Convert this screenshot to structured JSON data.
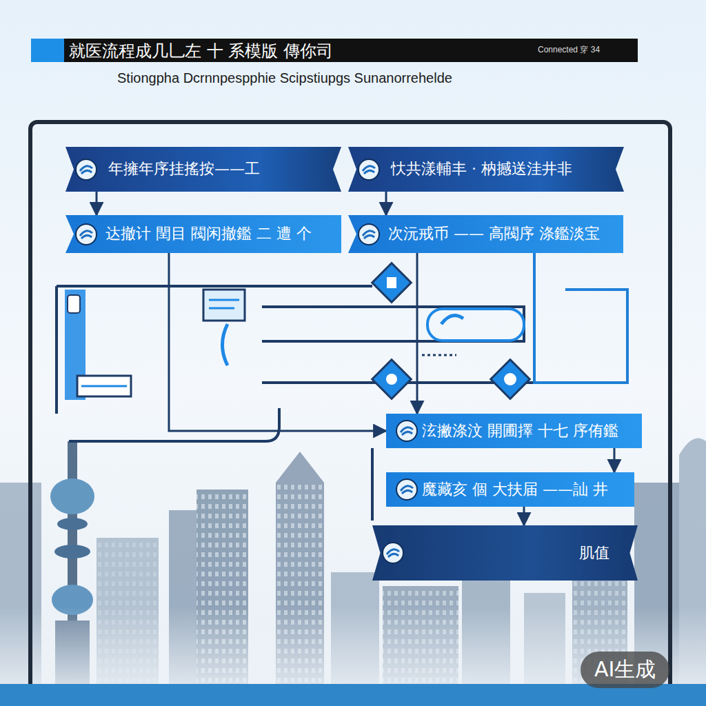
{
  "diagram": {
    "title": "就医流程成几乚左 十 系模版 傳你司",
    "nodes": [
      {
        "text": [
          "年擁年序挂搖按——工"
        ]
      },
      {
        "text": [
          "忕共漾輔丰 · 枘撼送洼井非"
        ]
      },
      {
        "text": [
          "达撤计 閏目 閥闲撤鑑 二 遭 个"
        ]
      },
      {
        "text": [
          "次沅戒币 —— 高閥序 涤鑑淡宝"
        ]
      },
      {
        "text": [
          "泫撇涤汶 開圃擇 十七 序侑鑑"
        ]
      },
      {
        "text": [
          "魔藏亥 個 大扶届 ——訕 井"
        ]
      },
      {
        "text": [
          "肌值"
        ]
      }
    ],
    "edges": [
      {
        "from": 0,
        "to": 2,
        "arrow": "to"
      },
      {
        "from": 1,
        "to": 3,
        "arrow": "to"
      },
      {
        "from": 2,
        "to": 4,
        "arrow": "to"
      },
      {
        "from": 3,
        "to": 4,
        "arrow": "to"
      },
      {
        "from": 4,
        "to": 5,
        "arrow": "to"
      },
      {
        "from": 5,
        "to": 6,
        "arrow": "to"
      }
    ],
    "labels": [
      "Stiongpha Dcrnnpespphie Scipstiupgs Sunanorrehelde",
      "Connected 穿 34",
      "AI生成"
    ]
  }
}
